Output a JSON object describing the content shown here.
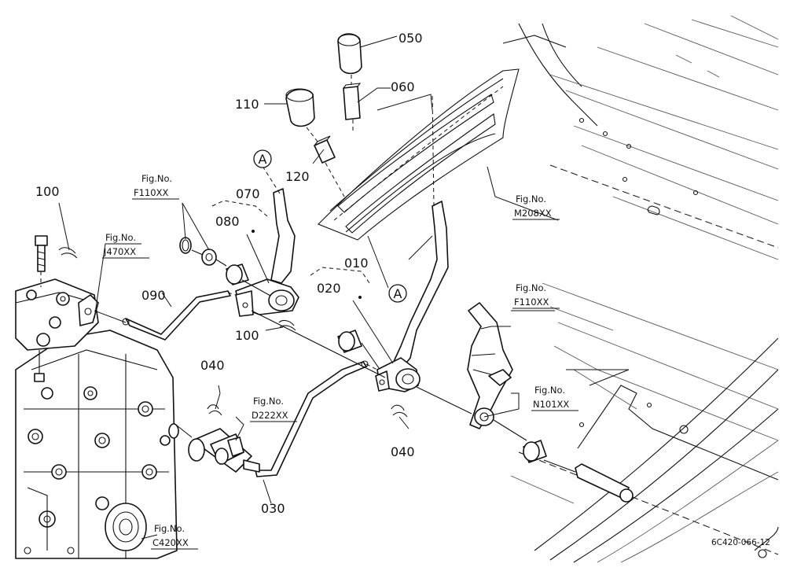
{
  "parts": {
    "p050": "050",
    "p060": "060",
    "p110": "110",
    "p120": "120",
    "p070": "070",
    "p080": "080",
    "p100a": "100",
    "p100b": "100",
    "p090": "090",
    "p010": "010",
    "p020": "020",
    "p040a": "040",
    "p040b": "040",
    "p030": "030"
  },
  "markers": {
    "a1": "A",
    "a2": "A"
  },
  "figrefs": {
    "f110_top": {
      "title": "Fig.No.",
      "code": "F110XX"
    },
    "j470": {
      "title": "Fig.No.",
      "code": "J470XX"
    },
    "m208": {
      "title": "Fig.No.",
      "code": "M208XX"
    },
    "f110_right": {
      "title": "Fig.No.",
      "code": "F110XX"
    },
    "n101": {
      "title": "Fig.No.",
      "code": "N101XX"
    },
    "d222": {
      "title": "Fig.No.",
      "code": "D222XX"
    },
    "c420": {
      "title": "Fig.No.",
      "code": "C420XX"
    }
  },
  "drawing_number": "6C420-066-12"
}
